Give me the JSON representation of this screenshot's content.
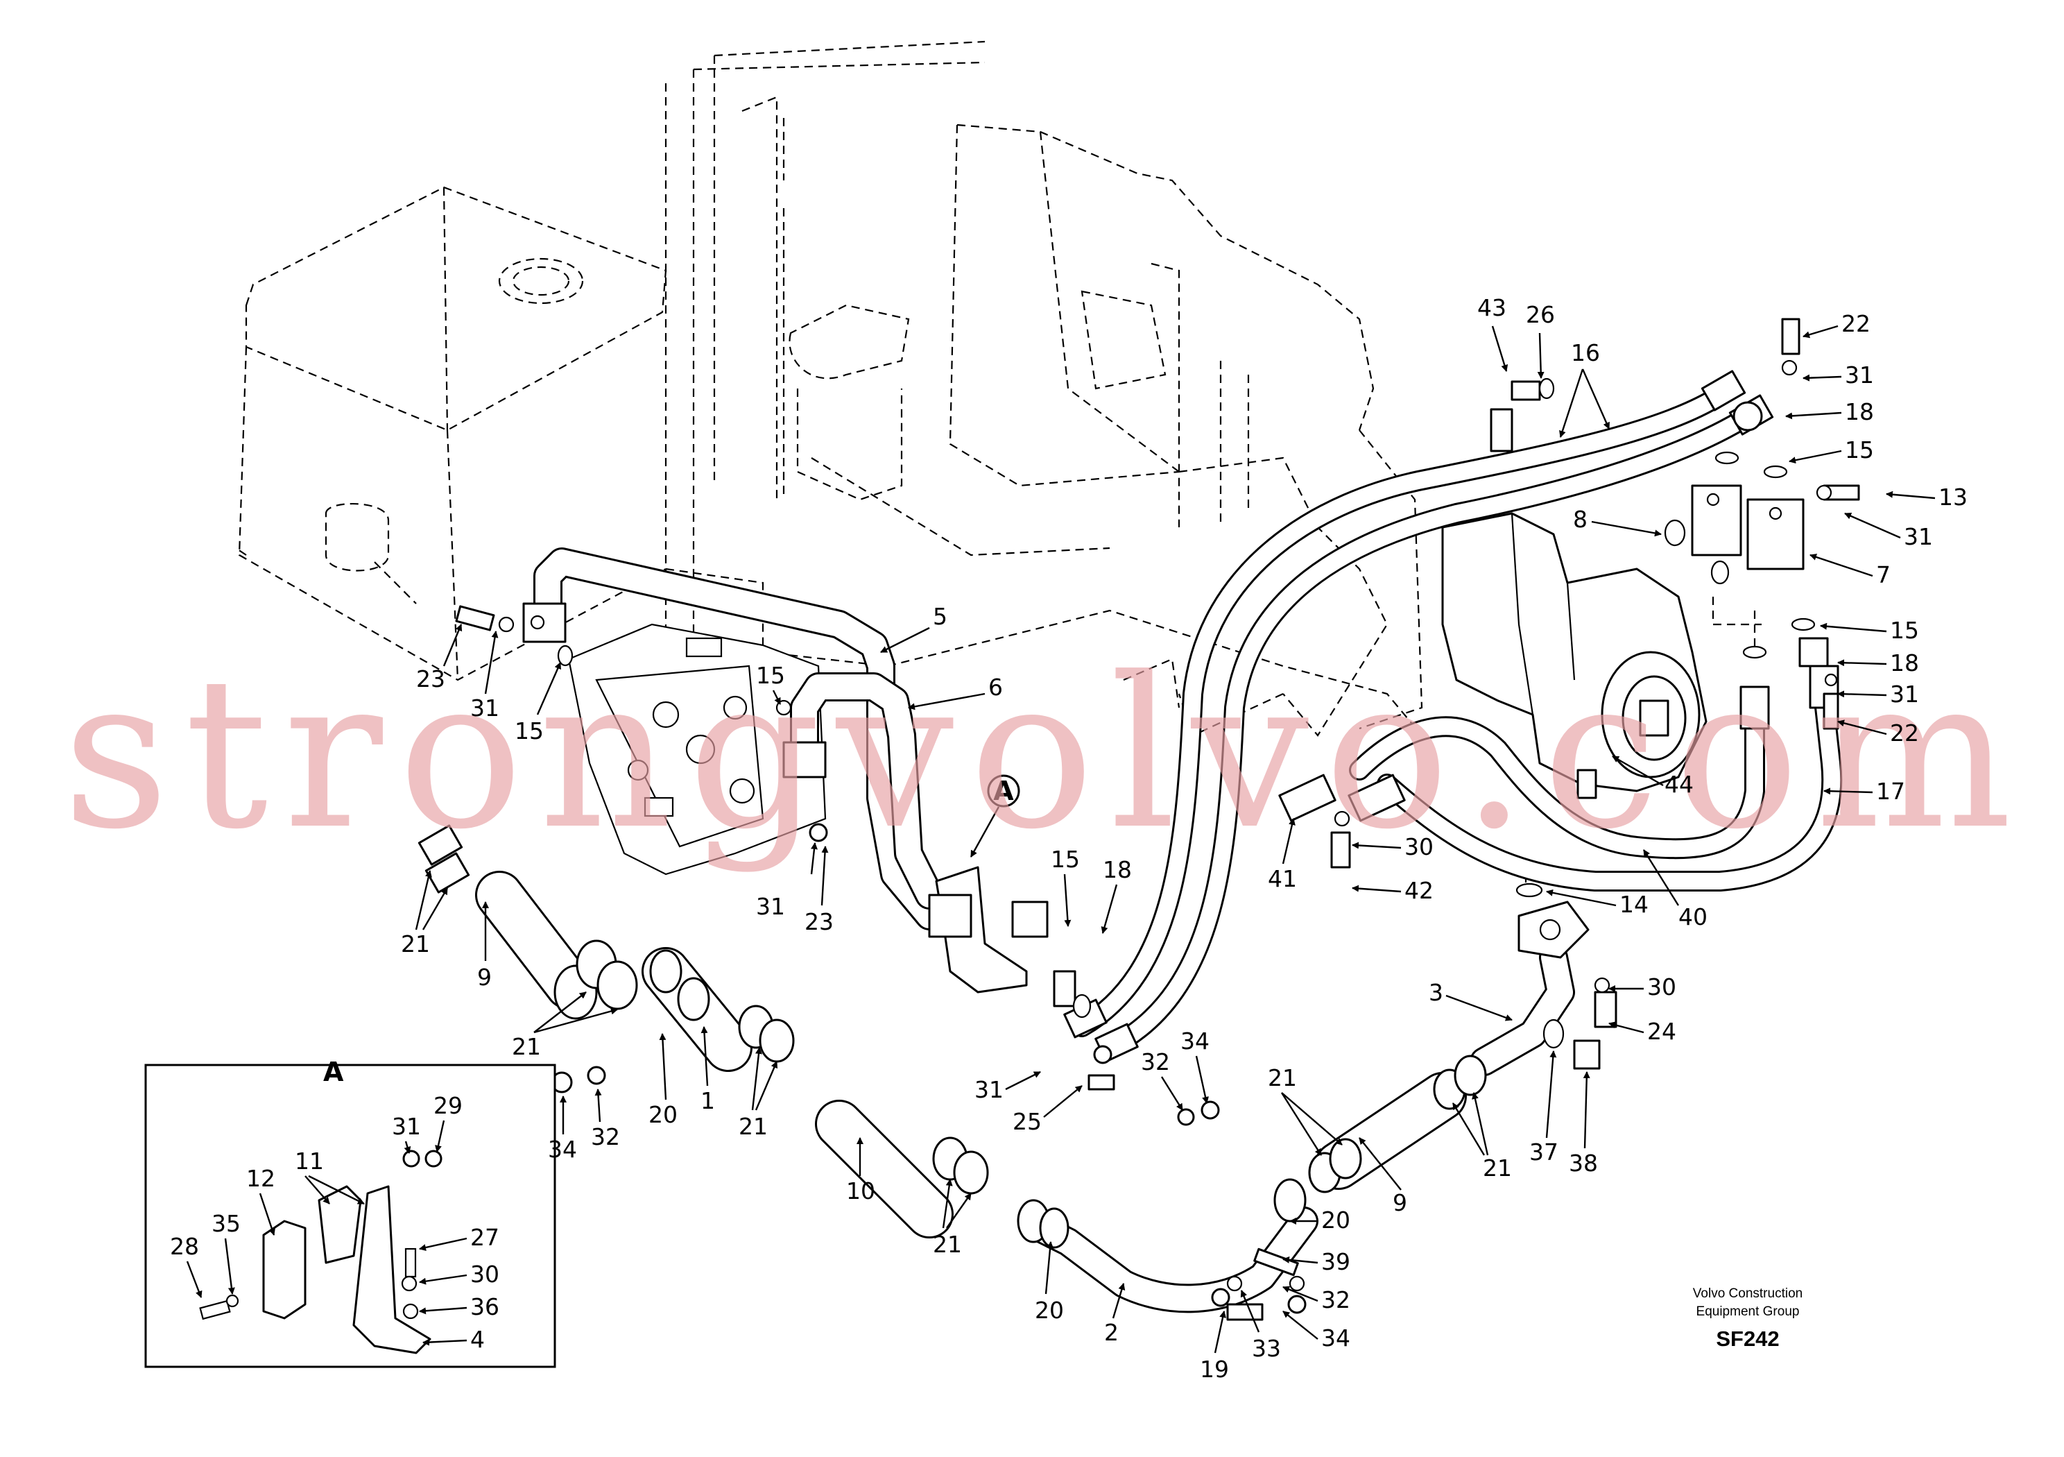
{
  "watermark": "strongvolvo.com",
  "company_line1": "Volvo Construction",
  "company_line2": "Equipment Group",
  "figure_code": "SF242",
  "view_marker": "A",
  "detail_title": "A",
  "callouts": {
    "c43": "43",
    "c26": "26",
    "c16": "16",
    "c22a": "22",
    "c31a": "31",
    "c18a": "18",
    "c15a": "15",
    "c13": "13",
    "c31b": "31",
    "c8": "8",
    "c7": "7",
    "c15b": "15",
    "c18b": "18",
    "c31c": "31",
    "c22b": "22",
    "c44": "44",
    "c17": "17",
    "c5": "5",
    "c6": "6",
    "c23a": "23",
    "c31d": "31",
    "c15c": "15",
    "c15d": "15",
    "c30a": "30",
    "c41": "41",
    "c42": "42",
    "c14": "14",
    "c40": "40",
    "c21a": "21",
    "c9a": "9",
    "c31e": "31",
    "c23b": "23",
    "c15e": "15",
    "c18c": "18",
    "c21b": "21",
    "c3": "3",
    "c30b": "30",
    "c24": "24",
    "c31f": "31",
    "c25": "25",
    "c32a": "32",
    "c34a": "34",
    "c21c": "21",
    "c21d": "21",
    "c9b": "9",
    "c37": "37",
    "c38": "38",
    "c20a": "20",
    "c1": "1",
    "c34b": "34",
    "c32b": "32",
    "c21e": "21",
    "c10": "10",
    "c21f": "21",
    "c20b": "20",
    "c39": "39",
    "c32c": "32",
    "c34c": "34",
    "c20c": "20",
    "c2": "2",
    "c19": "19",
    "c33": "33",
    "c31g": "31",
    "c29": "29",
    "c11": "11",
    "c12": "12",
    "c27": "27",
    "c35": "35",
    "c28": "28",
    "c30c": "30",
    "c36": "36",
    "c4": "4"
  }
}
